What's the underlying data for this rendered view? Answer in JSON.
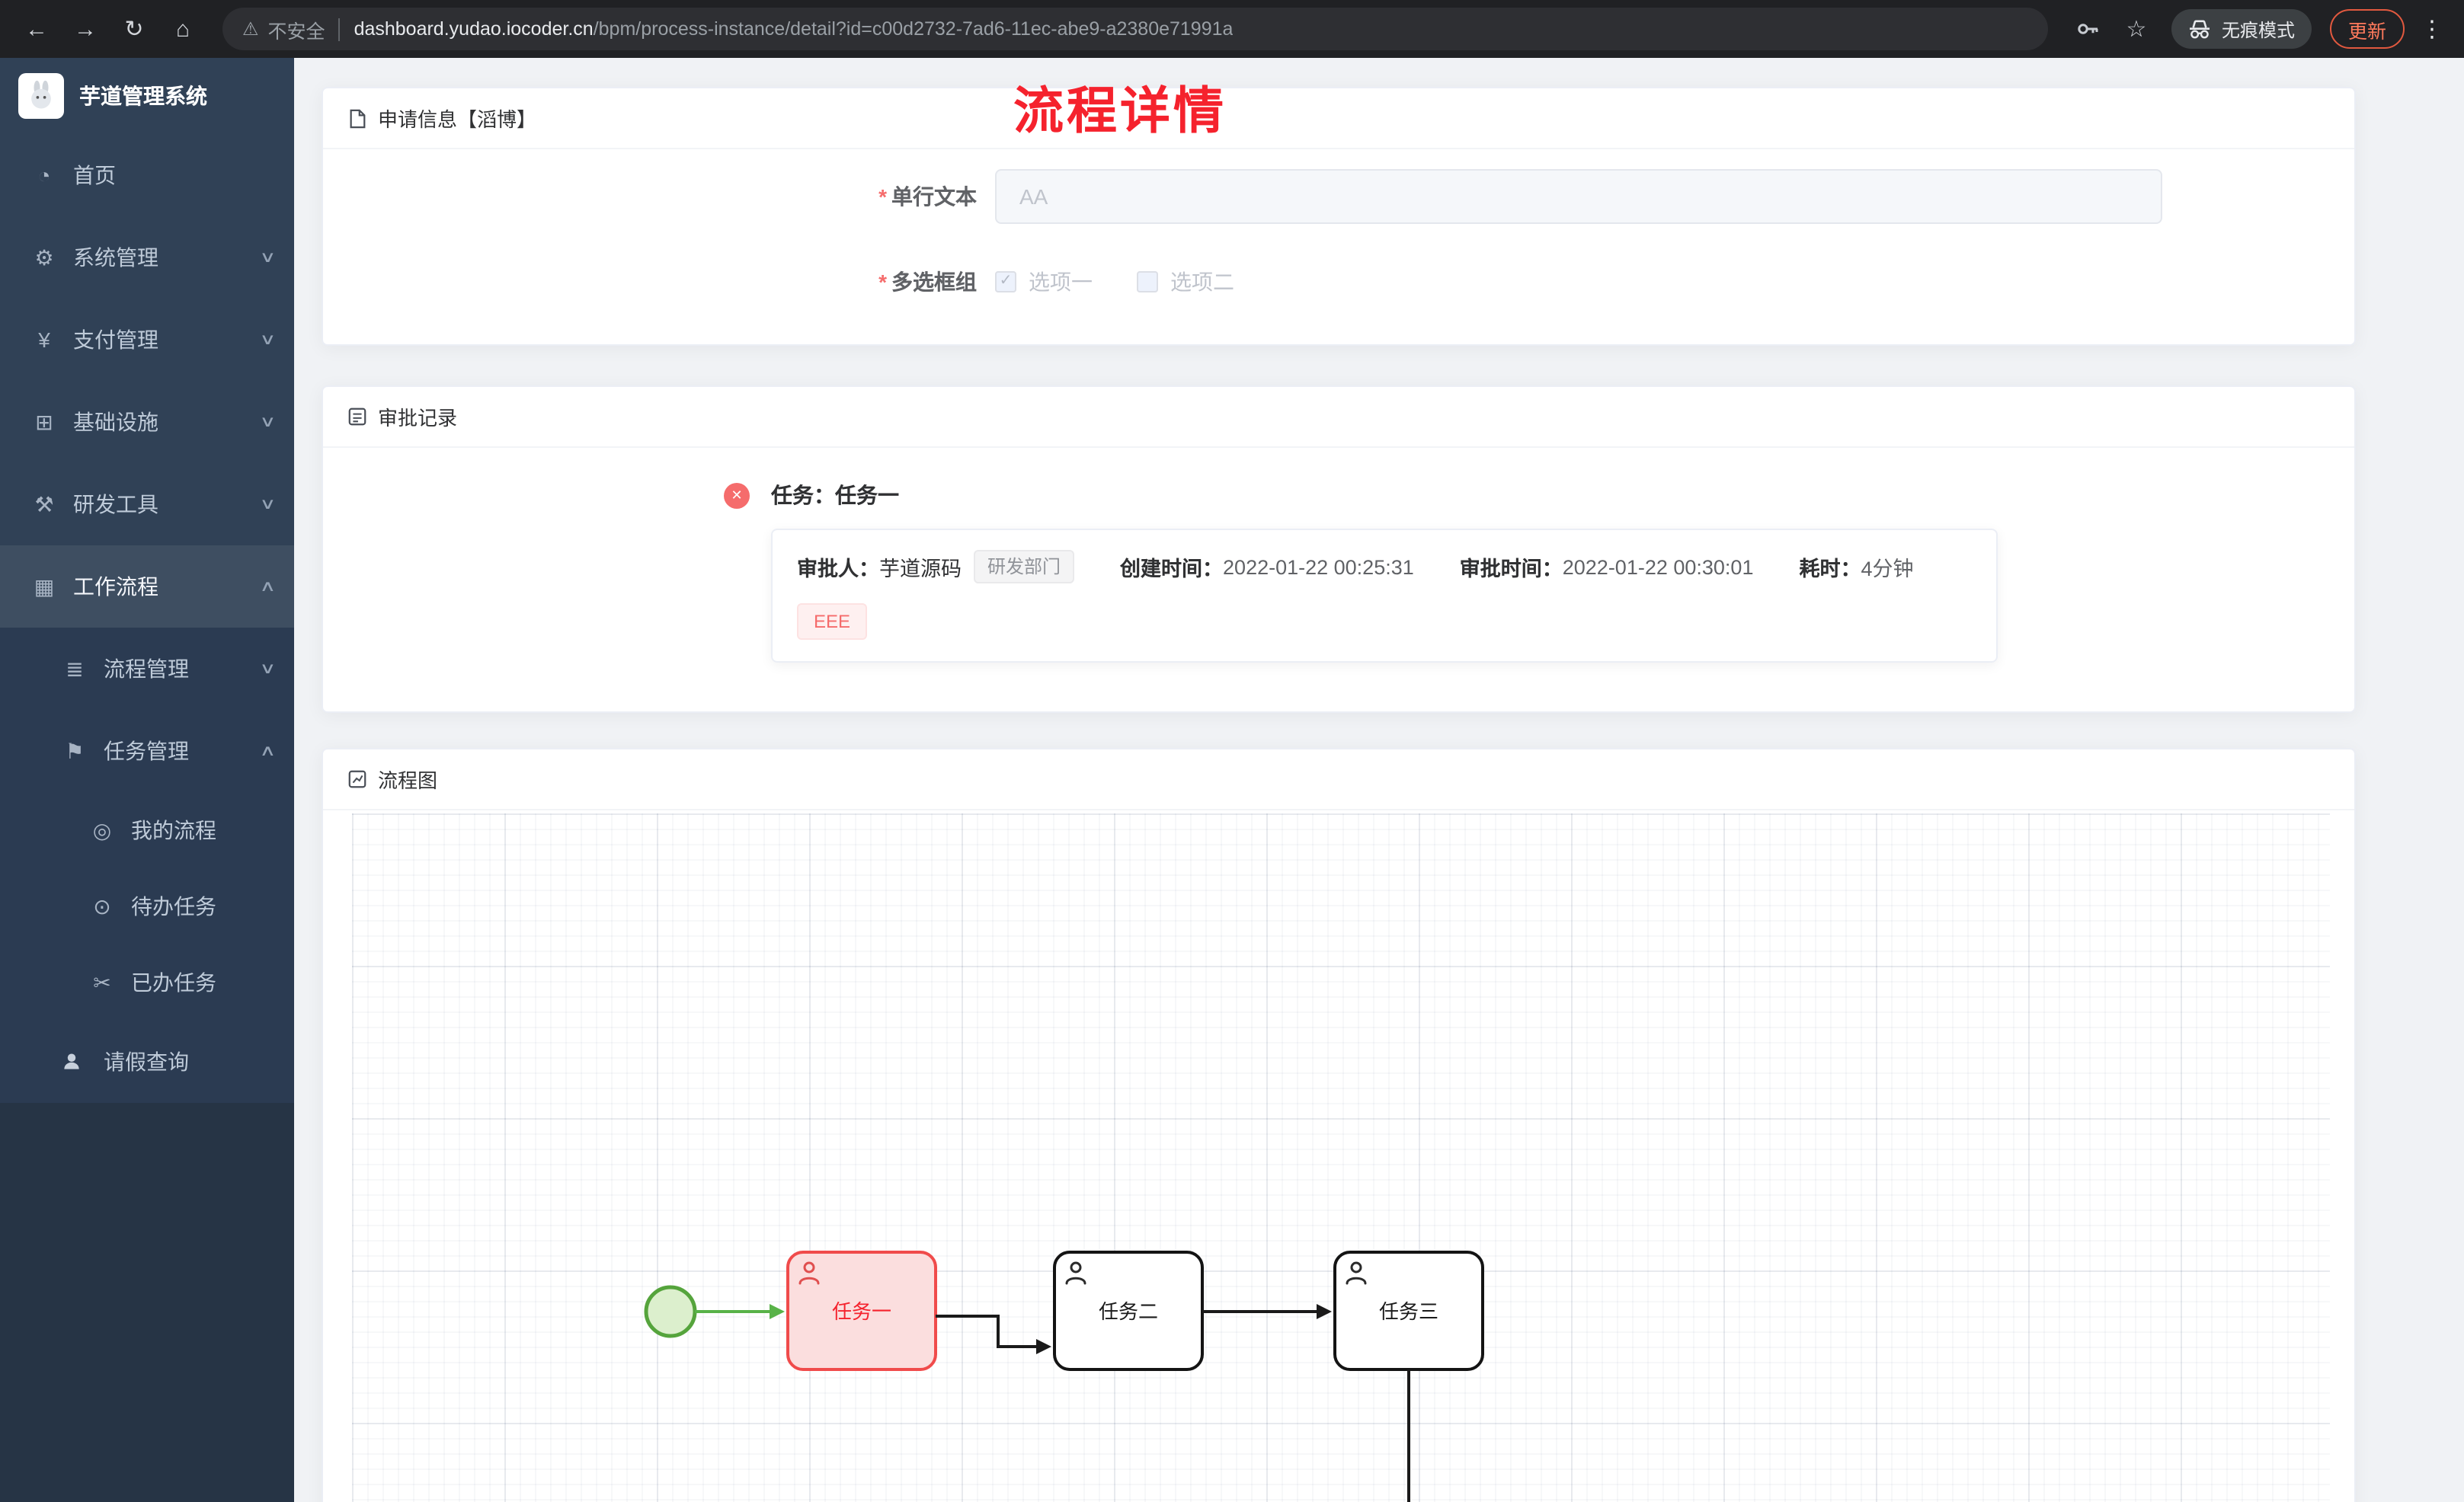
{
  "colors": {
    "accent_red": "#f5222d",
    "danger_red": "#f56c6c",
    "success_green": "#67c23a",
    "sidebar_bg": "#304156",
    "update_accent": "#ff7a5c"
  },
  "icons": {
    "back": "←",
    "forward": "→",
    "refresh": "↻",
    "home": "⌂",
    "warning": "⚠",
    "star": "☆",
    "more": "⋮",
    "dashboard": "◔",
    "gear": "⚙",
    "yen": "¥",
    "infra": "⊞",
    "tools": "⚒",
    "workflow": "▦",
    "process": "≣",
    "task": "⚑",
    "my_process": "◎",
    "todo": "⊙",
    "done": "✂",
    "chevron_down": "∨",
    "chevron_up": "∧",
    "close": "✕",
    "check": "✓"
  },
  "browser": {
    "security_label": "不安全",
    "url_domain": "dashboard.yudao.iocoder.cn",
    "url_path": "/bpm/process-instance/detail?id=c00d2732-7ad6-11ec-abe9-a2380e71991a",
    "incognito_label": "无痕模式",
    "update_label": "更新"
  },
  "sidebar": {
    "app_title": "芋道管理系统",
    "items": [
      {
        "label": "首页"
      },
      {
        "label": "系统管理"
      },
      {
        "label": "支付管理"
      },
      {
        "label": "基础设施"
      },
      {
        "label": "研发工具"
      },
      {
        "label": "工作流程"
      },
      {
        "label": "流程管理"
      },
      {
        "label": "任务管理"
      },
      {
        "label": "我的流程"
      },
      {
        "label": "待办任务"
      },
      {
        "label": "已办任务"
      },
      {
        "label": "请假查询"
      }
    ]
  },
  "page": {
    "title": "流程详情",
    "apply_card": {
      "header": "申请信息【滔博】",
      "required_marker": "*",
      "text_field": {
        "label": "单行文本",
        "value": "AA"
      },
      "checkbox_field": {
        "label": "多选框组",
        "option1": "选项一",
        "option2": "选项二"
      }
    },
    "approval_card": {
      "header": "审批记录",
      "task_title": "任务：任务一",
      "approver_label": "审批人：",
      "approver_name": "芋道源码",
      "dept_tag": "研发部门",
      "created_label": "创建时间：",
      "created_time": "2022-01-22 00:25:31",
      "approved_label": "审批时间：",
      "approved_time": "2022-01-22 00:30:01",
      "duration_label": "耗时：",
      "duration_value": "4分钟",
      "comment_tag": "EEE"
    },
    "diagram_card": {
      "header": "流程图",
      "tasks": [
        "任务一",
        "任务二",
        "任务三"
      ]
    }
  }
}
